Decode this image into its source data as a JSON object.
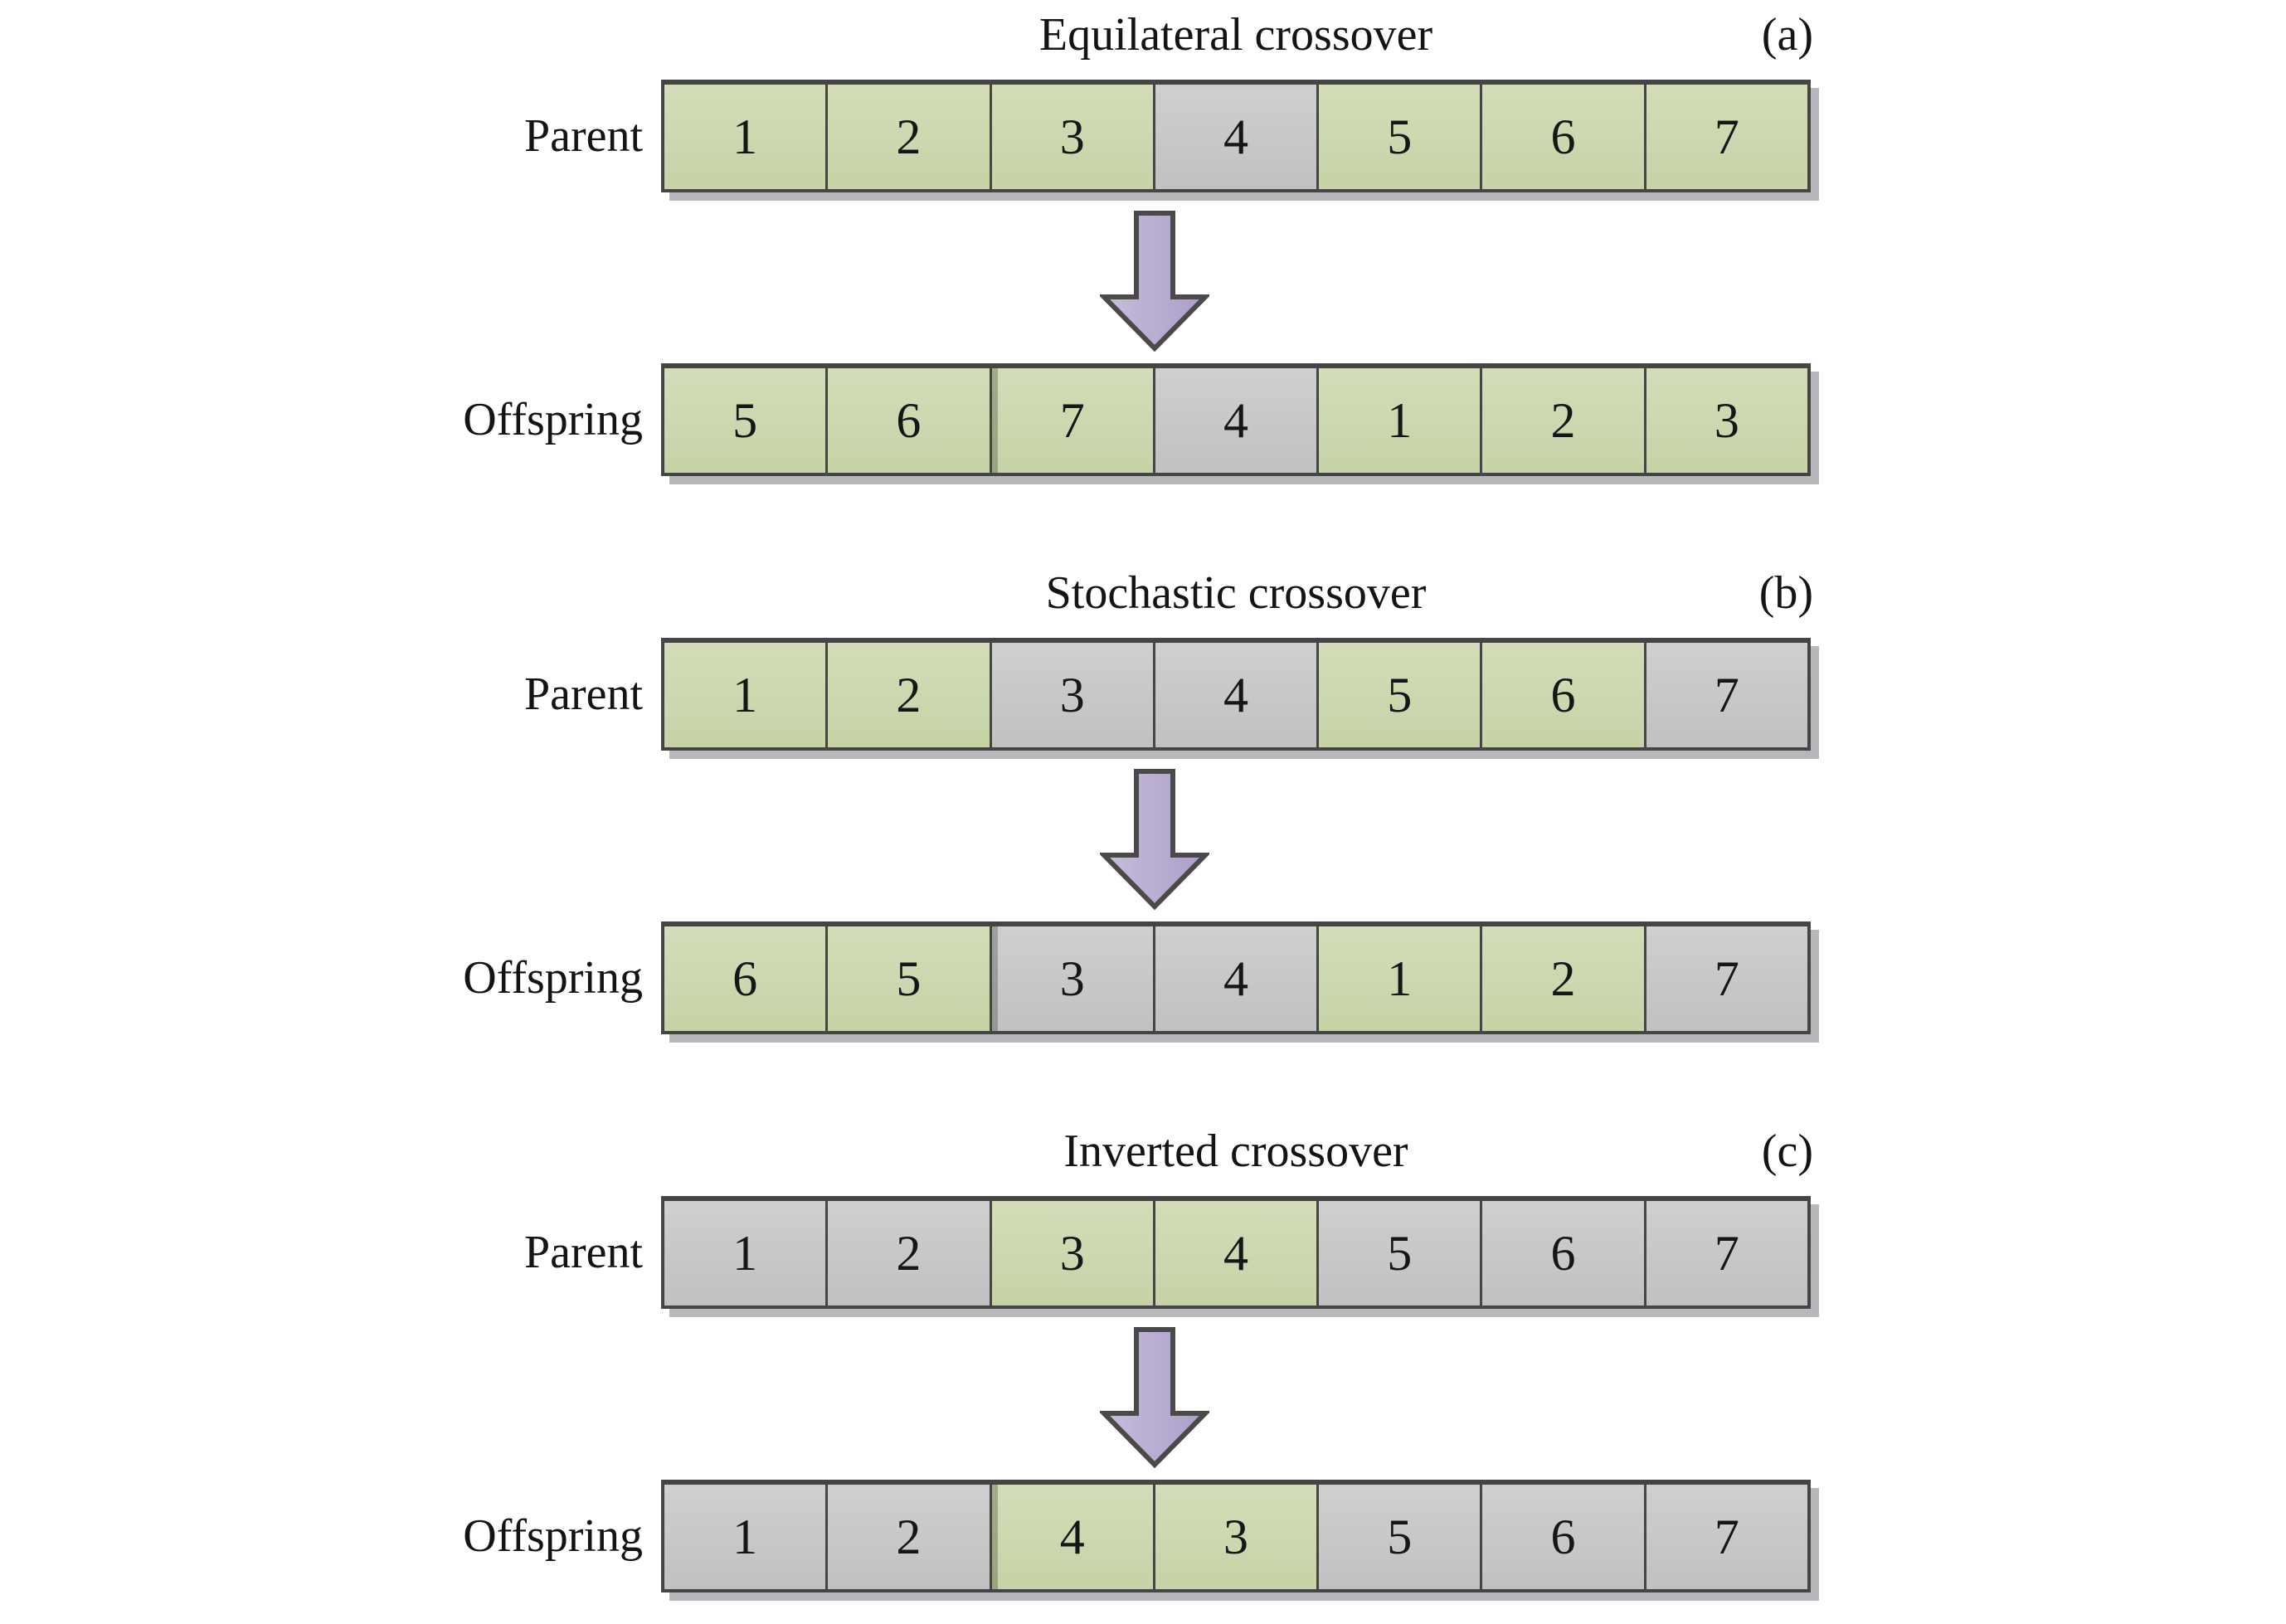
{
  "figure": {
    "colors": {
      "background": "#ffffff",
      "text": "#141414",
      "green_top": "#d3ddb9",
      "green_bottom": "#c5d3a6",
      "gray_top": "#cfcfcf",
      "gray_bottom": "#c1c1c2",
      "cell_border": "#454545",
      "row_shadow": "#b8b8bc",
      "arrow_fill_light": "#c7bddb",
      "arrow_fill_dark": "#ac9ec8",
      "arrow_border": "#4a4a4a"
    },
    "panels": [
      {
        "title": "Equilateral crossover",
        "tag": "(a)",
        "arrow_icon": "down-arrow",
        "parent": {
          "label": "Parent",
          "cells": [
            {
              "value": "1",
              "color": "green"
            },
            {
              "value": "2",
              "color": "green"
            },
            {
              "value": "3",
              "color": "green"
            },
            {
              "value": "4",
              "color": "gray"
            },
            {
              "value": "5",
              "color": "green"
            },
            {
              "value": "6",
              "color": "green"
            },
            {
              "value": "7",
              "color": "green"
            }
          ]
        },
        "offspring": {
          "label": "Offspring",
          "cells": [
            {
              "value": "5",
              "color": "green"
            },
            {
              "value": "6",
              "color": "green"
            },
            {
              "value": "7",
              "color": "green"
            },
            {
              "value": "4",
              "color": "gray"
            },
            {
              "value": "1",
              "color": "green"
            },
            {
              "value": "2",
              "color": "green"
            },
            {
              "value": "3",
              "color": "green"
            }
          ]
        }
      },
      {
        "title": "Stochastic crossover",
        "tag": "(b)",
        "arrow_icon": "down-arrow",
        "parent": {
          "label": "Parent",
          "cells": [
            {
              "value": "1",
              "color": "green"
            },
            {
              "value": "2",
              "color": "green"
            },
            {
              "value": "3",
              "color": "gray"
            },
            {
              "value": "4",
              "color": "gray"
            },
            {
              "value": "5",
              "color": "green"
            },
            {
              "value": "6",
              "color": "green"
            },
            {
              "value": "7",
              "color": "gray"
            }
          ]
        },
        "offspring": {
          "label": "Offspring",
          "cells": [
            {
              "value": "6",
              "color": "green"
            },
            {
              "value": "5",
              "color": "green"
            },
            {
              "value": "3",
              "color": "gray"
            },
            {
              "value": "4",
              "color": "gray"
            },
            {
              "value": "1",
              "color": "green"
            },
            {
              "value": "2",
              "color": "green"
            },
            {
              "value": "7",
              "color": "gray"
            }
          ]
        }
      },
      {
        "title": "Inverted crossover",
        "tag": "(c)",
        "arrow_icon": "down-arrow",
        "parent": {
          "label": "Parent",
          "cells": [
            {
              "value": "1",
              "color": "gray"
            },
            {
              "value": "2",
              "color": "gray"
            },
            {
              "value": "3",
              "color": "green"
            },
            {
              "value": "4",
              "color": "green"
            },
            {
              "value": "5",
              "color": "gray"
            },
            {
              "value": "6",
              "color": "gray"
            },
            {
              "value": "7",
              "color": "gray"
            }
          ]
        },
        "offspring": {
          "label": "Offspring",
          "cells": [
            {
              "value": "1",
              "color": "gray"
            },
            {
              "value": "2",
              "color": "gray"
            },
            {
              "value": "4",
              "color": "green"
            },
            {
              "value": "3",
              "color": "green"
            },
            {
              "value": "5",
              "color": "gray"
            },
            {
              "value": "6",
              "color": "gray"
            },
            {
              "value": "7",
              "color": "gray"
            }
          ]
        }
      }
    ]
  }
}
